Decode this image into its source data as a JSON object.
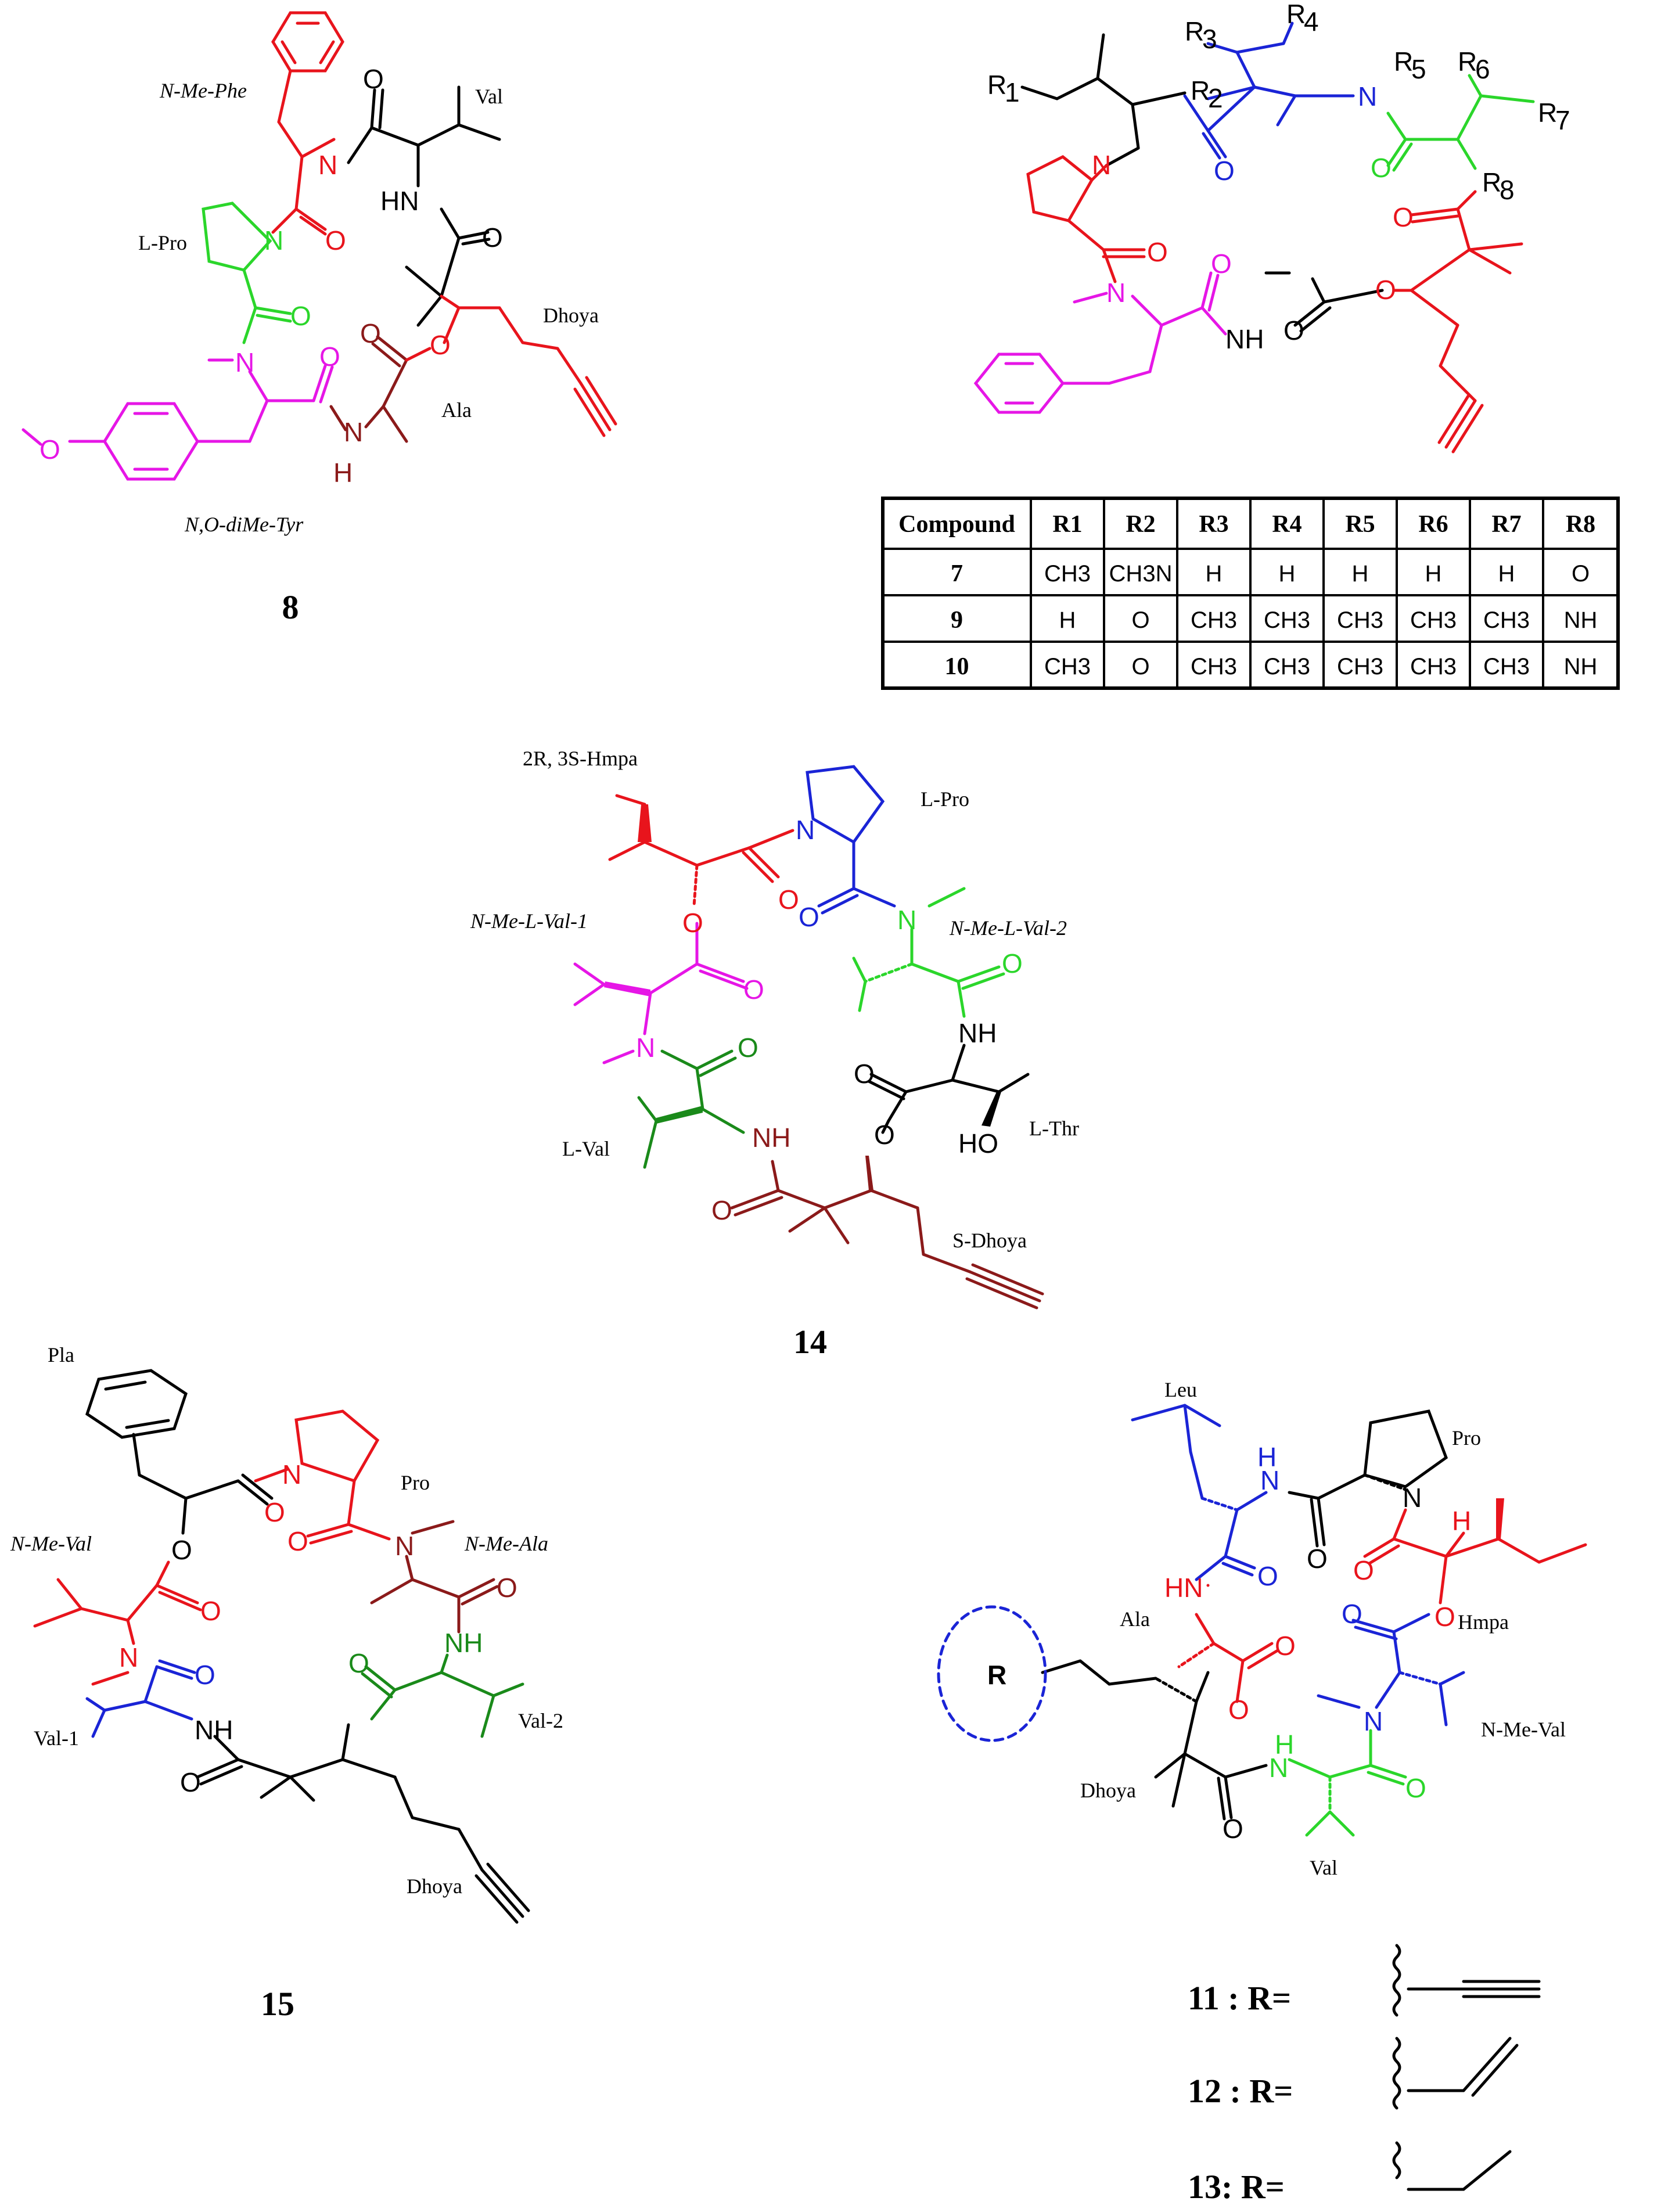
{
  "colors": {
    "black": "#000000",
    "red": "#e8141c",
    "green": "#2bd62b",
    "darkgreen": "#1a8a1a",
    "magenta": "#e616e6",
    "maroon": "#8b1a1a",
    "blue": "#1a24d6"
  },
  "c8": {
    "number": "8",
    "labels": {
      "nmephe": "N-Me-Phe",
      "val": "Val",
      "lpro": "L-Pro",
      "dhoya": "Dhoya",
      "ala": "Ala",
      "diMeTyr": "N,O-diMe-Tyr"
    },
    "atoms": {
      "n1": "N",
      "o1": "O",
      "o2": "O",
      "hn": "HN",
      "o3": "O",
      "n2": "N",
      "o4": "O",
      "o5": "O",
      "o6": "O",
      "n3": "N",
      "o7": "O",
      "n4": "N",
      "h": "H",
      "ome": "O"
    }
  },
  "c7": {
    "atoms": {
      "r1": "R",
      "r1s": "1",
      "r2": "R",
      "r2s": "2",
      "r3": "R",
      "r3s": "3",
      "r4": "R",
      "r4s": "4",
      "n5": "N",
      "r5": "R",
      "r5s": "5",
      "r6": "R",
      "r6s": "6",
      "r7": "R",
      "r7s": "7",
      "r8": "R",
      "r8s": "8",
      "n1": "N",
      "o1": "O",
      "o2": "O",
      "o3": "O",
      "o4": "O",
      "n2": "N",
      "o5": "O",
      "nh": "NH",
      "o6": "O",
      "o7": "O"
    },
    "table": {
      "headers": [
        "Compound",
        "R1",
        "R2",
        "R3",
        "R4",
        "R5",
        "R6",
        "R7",
        "R8"
      ],
      "rows": [
        [
          "7",
          "CH3",
          "CH3N",
          "H",
          "H",
          "H",
          "H",
          "H",
          "O"
        ],
        [
          "9",
          "H",
          "O",
          "CH3",
          "CH3",
          "CH3",
          "CH3",
          "CH3",
          "NH"
        ],
        [
          "10",
          "CH3",
          "O",
          "CH3",
          "CH3",
          "CH3",
          "CH3",
          "CH3",
          "NH"
        ]
      ]
    }
  },
  "c14": {
    "number": "14",
    "labels": {
      "hmpa": "2R, 3S-Hmpa",
      "lpro": "L-Pro",
      "nmeval1": "N-Me-L-Val-1",
      "nmeval2": "N-Me-L-Val-2",
      "lval": "L-Val",
      "lthr": "L-Thr",
      "sdhoya": "S-Dhoya"
    },
    "atoms": {
      "n1": "N",
      "o1": "O",
      "o2": "O",
      "n2": "N",
      "o3": "O",
      "o4": "O",
      "o5": "O",
      "nh1": "NH",
      "n3": "N",
      "o6": "O",
      "o7": "O",
      "o8": "O",
      "ho": "HO",
      "nh2": "NH",
      "o9": "O"
    }
  },
  "c15": {
    "number": "15",
    "labels": {
      "pla": "Pla",
      "pro": "Pro",
      "nmeval": "N-Me-Val",
      "nmeala": "N-Me-Ala",
      "val1": "Val-1",
      "val2": "Val-2",
      "dhoya": "Dhoya"
    },
    "atoms": {
      "n1": "N",
      "o1": "O",
      "o2": "O",
      "n2": "N",
      "o3": "O",
      "o4": "O",
      "n3": "N",
      "nh1": "NH",
      "o5": "O",
      "o6": "O",
      "o7": "O",
      "nh2": "NH",
      "o8": "O"
    }
  },
  "c11": {
    "labels": {
      "leu": "Leu",
      "pro": "Pro",
      "ala": "Ala",
      "hmpa": "Hmpa",
      "nmeval": "N-Me-Val",
      "dhoya": "Dhoya",
      "val": "Val"
    },
    "atoms": {
      "h1": "H",
      "n1": "N",
      "n2": "N",
      "o1": "O",
      "hn": "HN",
      "o2": "O",
      "h2": "H",
      "o3": "O",
      "o4": "O",
      "o5": "O",
      "o6": "O",
      "o7": "O",
      "n3": "N",
      "h3": "H",
      "n4": "N",
      "o8": "O",
      "o9": "O",
      "r": "R"
    },
    "r_defs": [
      {
        "label": "11 : R=",
        "group": "alkyne"
      },
      {
        "label": "12 : R=",
        "group": "alkene"
      },
      {
        "label": "13: R=",
        "group": "alkyl"
      }
    ]
  }
}
